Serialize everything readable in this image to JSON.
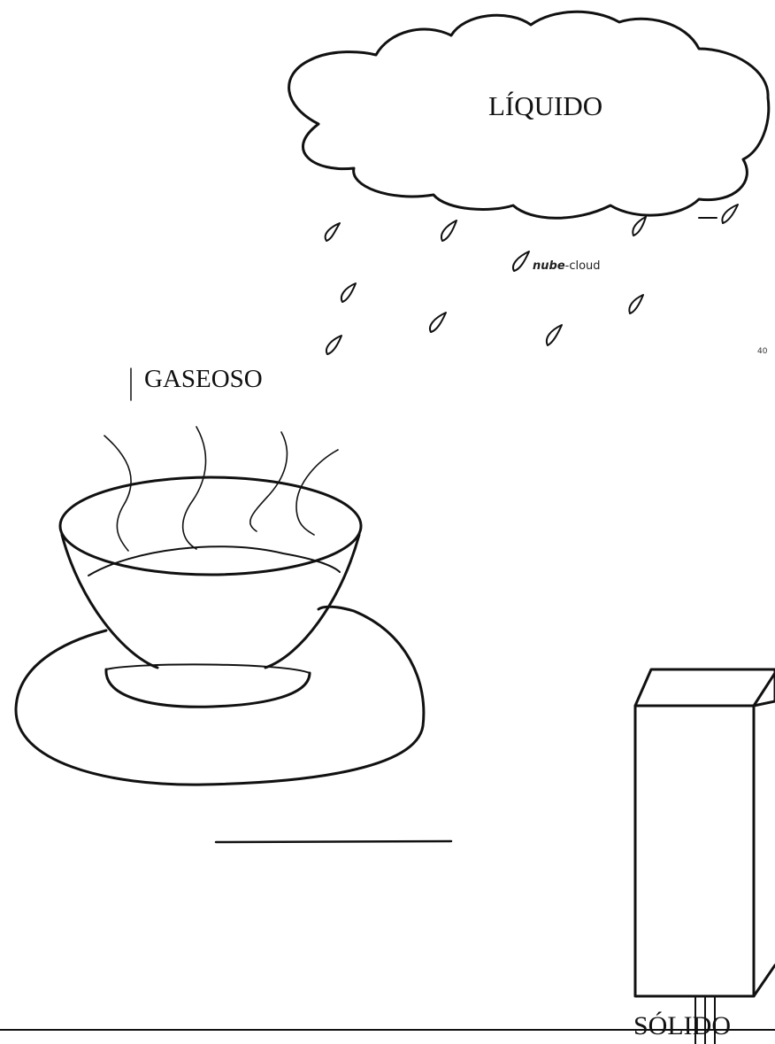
{
  "labels": {
    "liquid": "LÍQUIDO",
    "gas": "GASEOSO",
    "solid": "SÓLIDO"
  },
  "caption": {
    "word": "nube",
    "translation": "-cloud"
  },
  "page_number": "40",
  "illustrations": {
    "cloud": "cloud-with-rain-drawing",
    "bowl": "steaming-bowl-on-saucer-drawing",
    "popsicle": "ice-pop-on-stick-drawing"
  },
  "colors": {
    "ink": "#111111",
    "background": "#ffffff"
  }
}
